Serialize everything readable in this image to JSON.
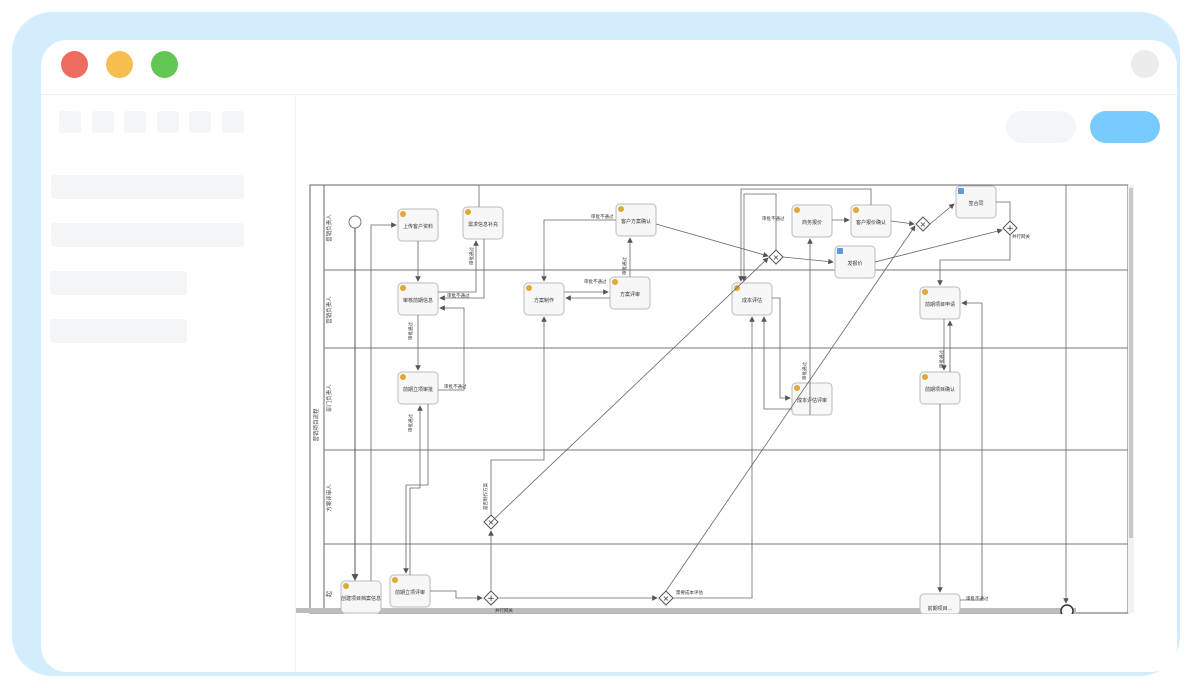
{
  "window": {
    "controls": [
      "close",
      "minimize",
      "maximize"
    ]
  },
  "diagram": {
    "pool_label": "营销项目流程",
    "lanes": [
      "营销负责人",
      "营销负责人",
      "部门负责人",
      "方案评审人",
      "起"
    ],
    "tasks": {
      "upload_client_material": "上传客户资料",
      "supplement_material": "需求信息补充",
      "client_plan_confirm": "客户方案确认",
      "review_pre_info": "审核前期信息",
      "plan_making": "方案制作",
      "plan_review": "方案评审",
      "cost_evaluation": "成本评估",
      "business_quote": "商务报价",
      "client_quote_confirm": "客户报价确认",
      "sign_contract": "签合同",
      "send_quote": "发报价",
      "pre_project_apply": "前期立项审批",
      "project_cost_review": "成本评估评审",
      "contract_review": "前期项目申请",
      "contract_confirm": "前期项目确认",
      "create_project_archive": "创建项目档案信息",
      "project_submit": "前期立项评审",
      "bottom_right_task": "前期项目..."
    },
    "flow_labels": {
      "review_fail": "审批不通过",
      "review_pass": "审批通过",
      "parallel_gateway": "并行网关",
      "need_plan": "是否制作方案",
      "need_cost": "需要成本评估"
    }
  }
}
